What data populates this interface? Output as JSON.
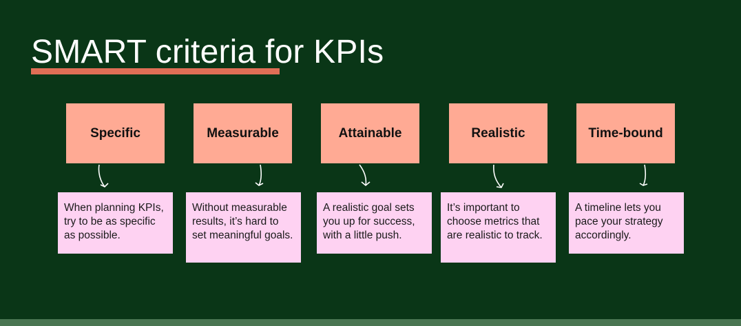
{
  "title": "SMART criteria for KPIs",
  "colors": {
    "background": "#0a3617",
    "accent_underline": "#e06e56",
    "header_box": "#ffaa94",
    "description_box": "#fed2f2",
    "bottom_band": "#4a7552"
  },
  "criteria": [
    {
      "label": "Specific",
      "description": "When planning KPIs, try to be as specific as possible.",
      "icon": "curved-arrow-down-icon"
    },
    {
      "label": "Measurable",
      "description": "Without measurable results, it’s hard to set meaningful goals.",
      "icon": "curved-arrow-down-icon"
    },
    {
      "label": "Attainable",
      "description": "A realistic goal sets you up for success, with a little push.",
      "icon": "curved-arrow-down-icon"
    },
    {
      "label": "Realistic",
      "description": "It’s important to choose metrics that are realistic to track.",
      "icon": "curved-arrow-down-icon"
    },
    {
      "label": "Time-bound",
      "description": "A timeline lets you pace your strategy accordingly.",
      "icon": "curved-arrow-down-icon"
    }
  ]
}
